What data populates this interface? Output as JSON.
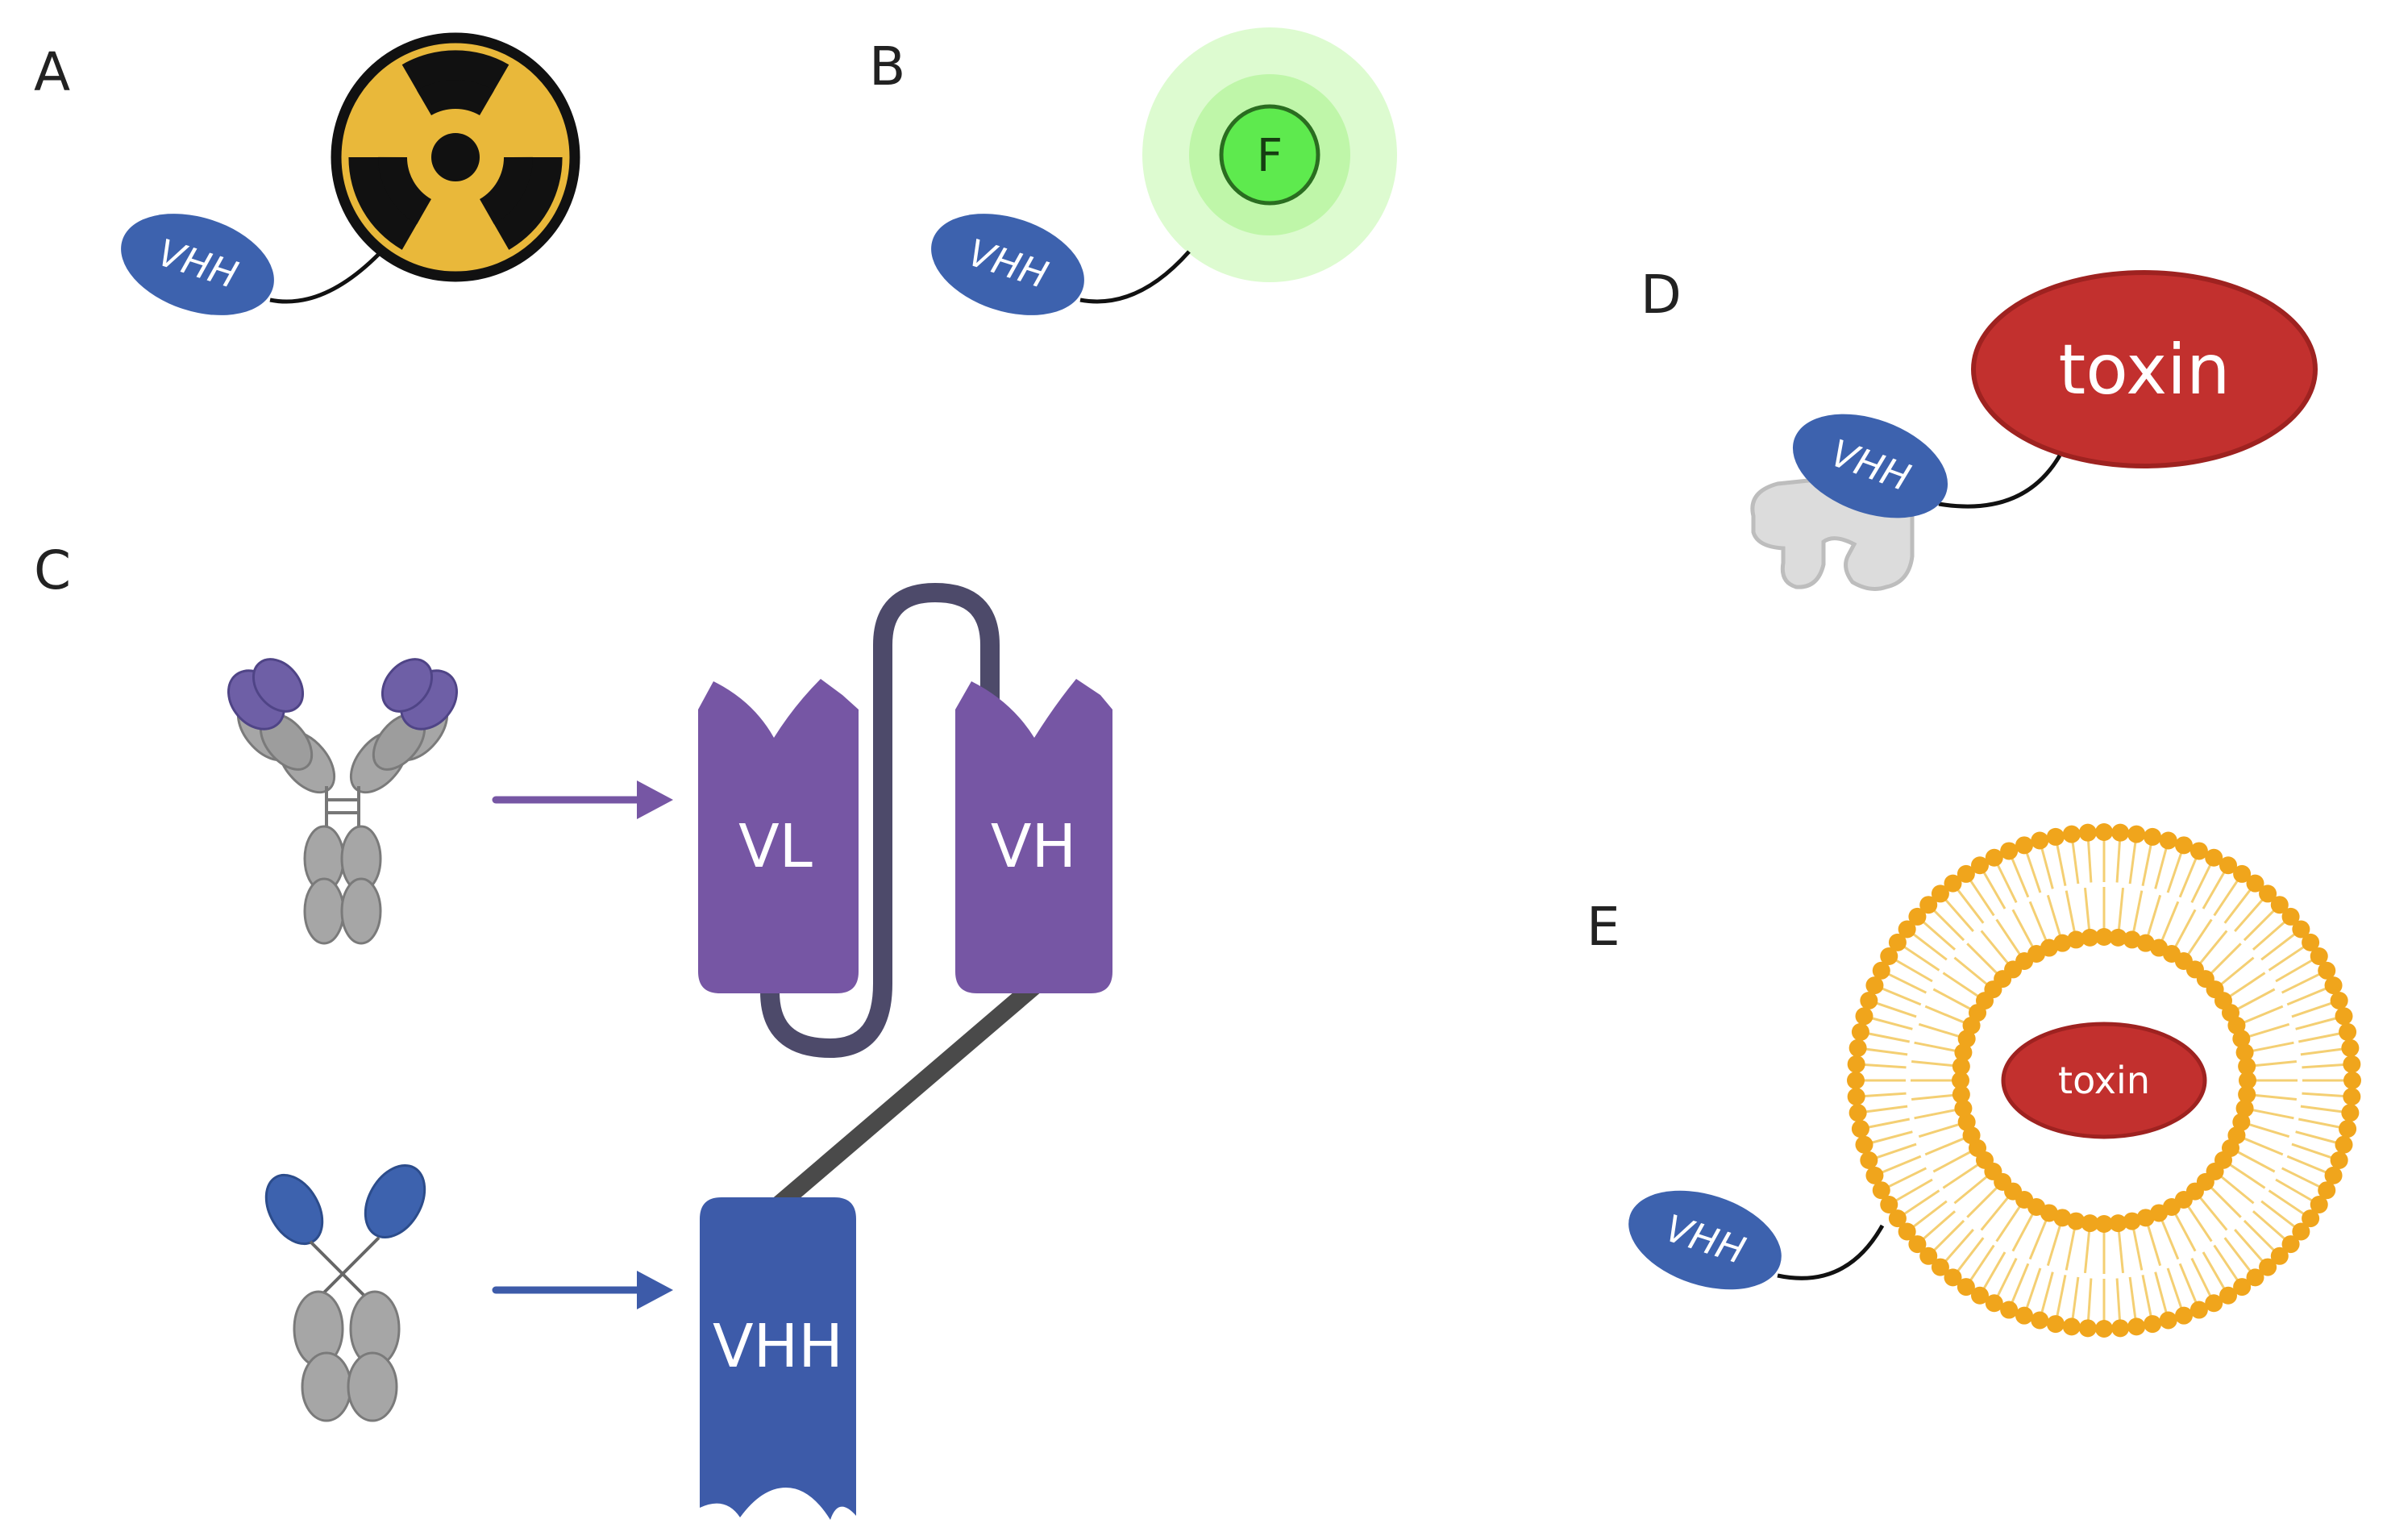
{
  "panels": {
    "a": {
      "label": "A",
      "vhh": "VHH"
    },
    "b": {
      "label": "B",
      "vhh": "VHH",
      "fluor": "F"
    },
    "c": {
      "label": "C",
      "vl": "VL",
      "vh": "VH",
      "vhh": "VHH"
    },
    "d": {
      "label": "D",
      "vhh": "VHH",
      "toxin": "toxin"
    },
    "e": {
      "label": "E",
      "vhh": "VHH",
      "toxin": "toxin"
    }
  },
  "colors": {
    "vhh_blue": "#3D62AE",
    "purple": "#7656A4",
    "vhh_domain_blue": "#3D5BA9",
    "toxin_red": "#C2302E",
    "radiation_yellow": "#EFC23E",
    "fluor_green": "#5EEA4E",
    "lipid_orange": "#F0A51C",
    "antibody_gray": "#A6A6A6"
  },
  "icons": {
    "radiation": "radiation-symbol-icon",
    "fluorophore": "fluorophore-icon",
    "antibody": "conventional-antibody-icon",
    "hcab": "heavy-chain-antibody-icon",
    "albumin": "albumin-protein-icon",
    "liposome": "liposome-icon"
  }
}
